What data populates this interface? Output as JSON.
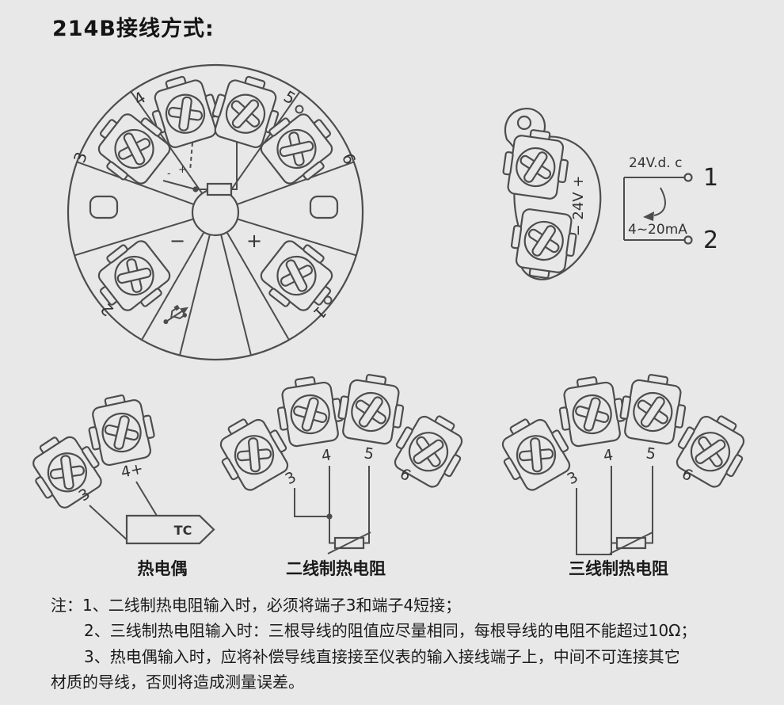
{
  "title": "214B接线方式:",
  "head": {
    "t1": "1",
    "t2": "2",
    "t3": "3",
    "t4": "4",
    "t5": "5",
    "t6": "6",
    "minus": "−",
    "plus": "+",
    "mark_minus": "-",
    "mark_plus": "+"
  },
  "module": {
    "label": "− 24V +"
  },
  "supply": {
    "title": "24V.d. c",
    "terminal1": "1",
    "current": "4~20mA",
    "terminal2": "2"
  },
  "tc": {
    "t3": "3",
    "t4": "4+",
    "symbol": "TC",
    "caption": "热电偶"
  },
  "rtd2": {
    "t3": "3",
    "t4": "4",
    "t5": "5",
    "t6": "6",
    "caption": "二线制热电阻"
  },
  "rtd3": {
    "t3": "3",
    "t4": "4",
    "t5": "5",
    "t6": "6",
    "caption": "三线制热电阻"
  },
  "notes": {
    "line1": "注：1、二线制热电阻输入时，必须将端子3和端子4短接；",
    "line2": "2、三线制热电阻输入时：三根导线的阻值应尽量相同，每根导线的电阻不能超过10Ω；",
    "line3": "3、热电偶输入时，应将补偿导线直接接至仪表的输入接线端子上，中间不可连接其它",
    "line4": "材质的导线，否则将造成测量误差。"
  },
  "colors": {
    "background": "#e9e8e8",
    "line": "#4d4d4d",
    "text": "#1b1b1b"
  }
}
